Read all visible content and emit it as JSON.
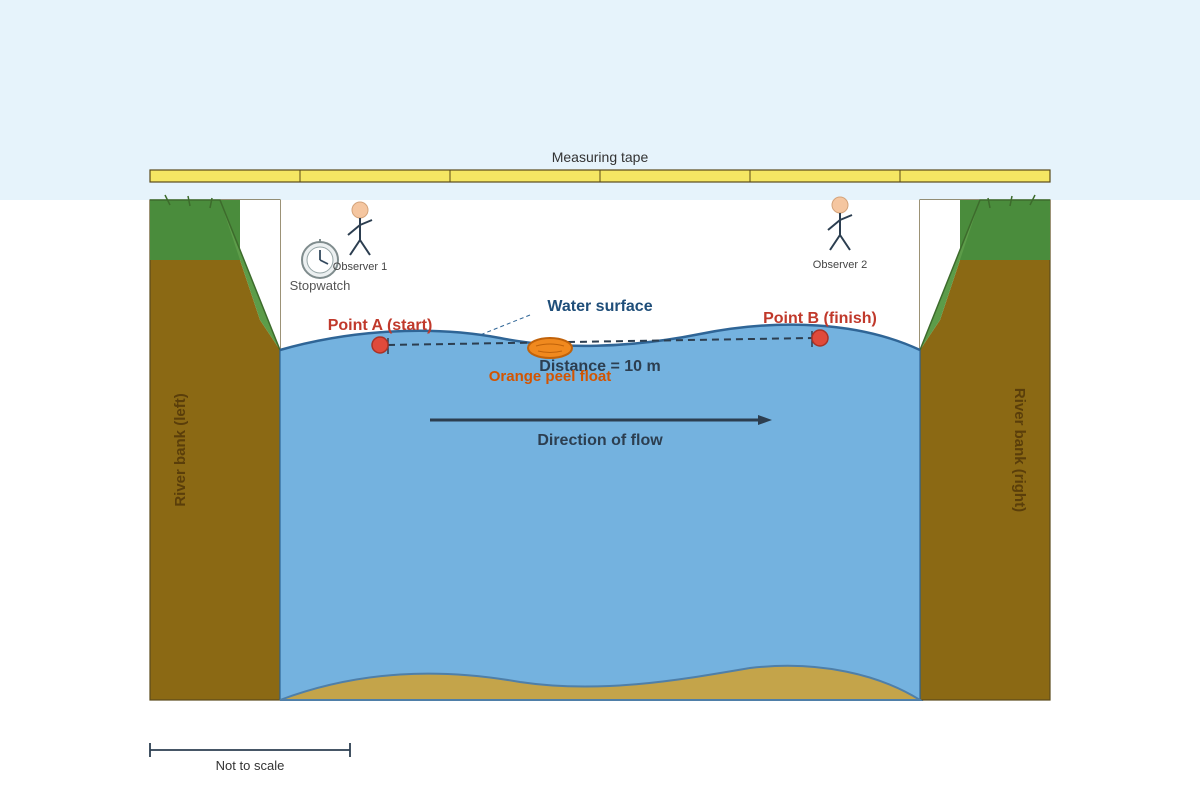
{
  "labels": {
    "measuring_tape": "Measuring tape",
    "observer_1": "Observer 1",
    "observer_2": "Observer 2",
    "stopwatch": "Stopwatch",
    "water_surface": "Water surface",
    "point_a": "Point A (start)",
    "point_b": "Point B (finish)",
    "distance": "Distance = 10 m",
    "float": "Orange peel float",
    "direction": "Direction of flow",
    "left_bank": "River bank (left)",
    "right_bank": "River bank (right)",
    "scale_note": "Not to scale"
  },
  "colors": {
    "sky": "#e6f3fb",
    "tape": "#f5e663",
    "grass": "#4a8c3c",
    "soil": "#8b6914",
    "water": "#74b2df",
    "water_edge": "#2f6596",
    "riverbed": "#c4a44a",
    "marker": "#e04a3b",
    "float": "#f0891e",
    "label_blue": "#1f4e79",
    "label_red": "#c0392b",
    "label_orange": "#d35400",
    "label_dark": "#2c3e50",
    "label_bank": "#5a3e0a"
  }
}
